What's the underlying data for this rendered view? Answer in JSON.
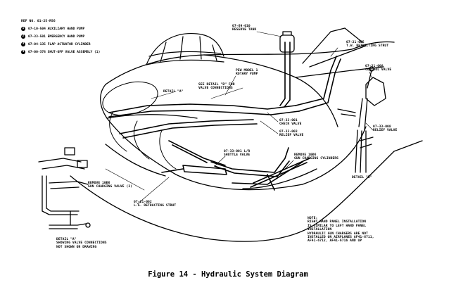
{
  "figure": {
    "caption": "Figure 14 - Hydraulic System Diagram"
  },
  "legend": {
    "ref": "REF NO. 01-25-R56",
    "items": [
      {
        "num": "1",
        "text": "07-10-504 AUXILIARY HAND PUMP"
      },
      {
        "num": "2",
        "text": "07-33-501 EMERGENCY HAND PUMP"
      },
      {
        "num": "3",
        "text": "07-04-135 FLAP ACTUATOR CYLINDER"
      },
      {
        "num": "4",
        "text": "07-00-378 SHUT-OFF VALVE ASSEMBLY (1)"
      }
    ]
  },
  "callouts": {
    "reserve_tank": [
      "07-69-010",
      "RESERVE TANK"
    ],
    "tw_strut": [
      "07-21-005",
      "T.W. RETRACTING STRUT"
    ],
    "control_valve": [
      "07-21-008",
      "CONTROL VALVE"
    ],
    "pump": [
      "PEW MODEL 1",
      "ROTARY PUMP"
    ],
    "detail_b": [
      "SEE DETAIL \"B\" FOR",
      "VALVE CONNECTIONS"
    ],
    "detail_a_ref": "DETAIL \"A\"",
    "check_valve": [
      "07-33-001",
      "CHECK VALVE"
    ],
    "relief_valve_1": [
      "07-33-003",
      "RELIEF VALVE"
    ],
    "relief_valve_2": [
      "07-33-008",
      "RELIEF VALVE"
    ],
    "shuttle_valve": [
      "07-33-001 L/R",
      "SHUTTLE VALVE"
    ],
    "gun_cylinder_right": [
      "REMOVE 10Ð6",
      "GUN CHARGING CYLINDERS"
    ],
    "gun_valve_left": [
      "REMOVE 10Ð6",
      "GUN CHARGING VALVE (3)"
    ],
    "lg_strut": [
      "07-21-002",
      "L.G. RETRACTING STRUT"
    ],
    "detail_b_label": "DETAIL \"B\"",
    "detail_a_note": [
      "DETAIL \"A\"",
      "SHOWING VALVE CONNECTIONS",
      "NOT SHOWN ON DRAWING"
    ],
    "note": [
      "NOTE:",
      "RIGHT HAND PANEL INSTALLATION",
      "IS SIMILAR TO LEFT HAND PANEL",
      "INSTALLATION",
      "HYDRAULIC GUN CHARGERS ARE NOT",
      "INSTALLED ON AIRPLANES AF41-6711,",
      "AF41-6712, AF41-6716 AND UP"
    ]
  }
}
